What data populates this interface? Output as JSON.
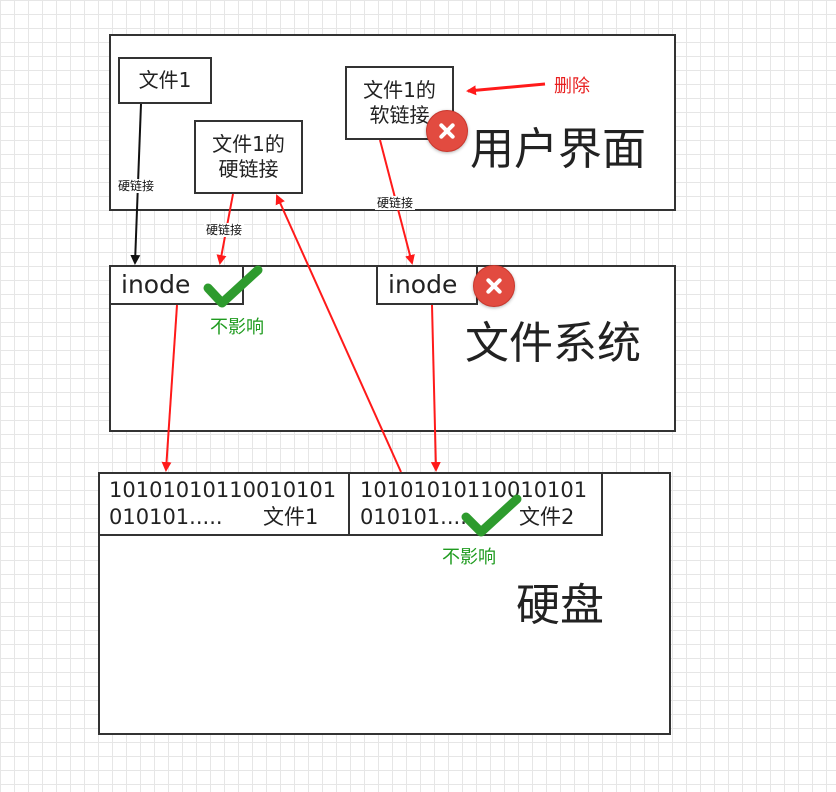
{
  "layers": {
    "user": "用户界面",
    "fs": "文件系统",
    "disk": "硬盘"
  },
  "nodes": {
    "file1": "文件1",
    "hardlink": [
      "文件1的",
      "硬链接"
    ],
    "softlink": [
      "文件1的",
      "软链接"
    ],
    "inode_left": "inode",
    "inode_right": "inode"
  },
  "edges": {
    "hard1": "硬链接",
    "hard2": "硬链接",
    "soft": "硬链接"
  },
  "annotations": {
    "delete": "删除",
    "unaffected1": "不影响",
    "unaffected2": "不影响"
  },
  "disk_blocks": {
    "block1": {
      "bits1": "10101010110010101",
      "bits2": "010101.....",
      "name": "文件1"
    },
    "block2": {
      "bits1": "10101010110010101",
      "bits2": "010101.....",
      "name": "文件2"
    }
  },
  "colors": {
    "arrow_red": "#ff1a1a",
    "arrow_black": "#111111",
    "check_green": "#2e9b2e",
    "x_red": "#e24b40"
  },
  "icons": [
    "close-circle-icon",
    "close-circle-icon",
    "checkmark-icon",
    "checkmark-icon"
  ]
}
